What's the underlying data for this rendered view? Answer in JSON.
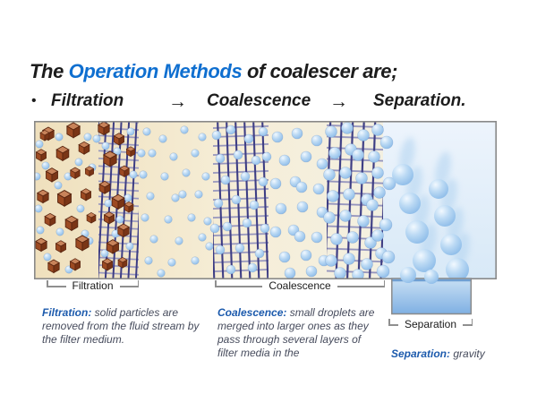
{
  "title": {
    "prefix": "The ",
    "highlight": "Operation Methods",
    "suffix": " of coalescer are;"
  },
  "steps": {
    "bullet": "•",
    "arrow": "→",
    "items": [
      "Filtration",
      "Coalescence",
      "Separation."
    ]
  },
  "diagram": {
    "labels": {
      "filtration": "Filtration",
      "coalescence": "Coalescence",
      "separation": "Separation"
    }
  },
  "descriptions": {
    "filtration": {
      "lead": "Filtration:",
      "body": " solid particles are removed from the fluid stream by the filter medium."
    },
    "coalescence": {
      "lead": "Coalescence:",
      "body": " small droplets are merged into larger ones as they pass through several layers of filter media in the"
    },
    "separation": {
      "lead": "Separation:",
      "body": " gravity"
    }
  },
  "colors": {
    "accent_blue": "#0f6fd0",
    "description_blue": "#1d5bad",
    "mesh_dark": "#3d3d84",
    "mesh_light": "#9292bd",
    "particle_brown": "#9c4a22",
    "droplet_blue": "#8abae8",
    "pool_blue": "#7fb0e3",
    "background_cream": "#f6eed8"
  }
}
